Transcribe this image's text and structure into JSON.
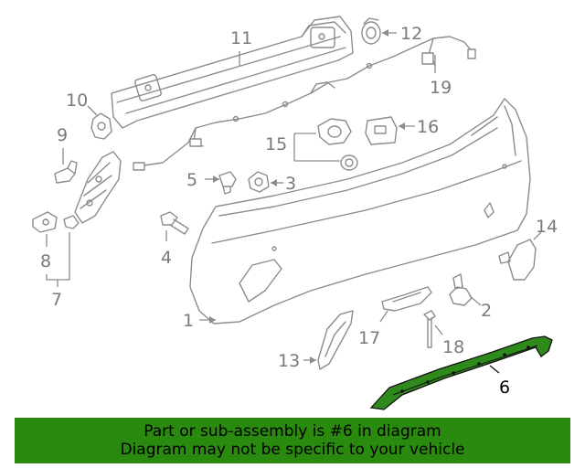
{
  "callouts": [
    {
      "id": "1",
      "label": "1"
    },
    {
      "id": "2",
      "label": "2"
    },
    {
      "id": "3",
      "label": "3"
    },
    {
      "id": "4",
      "label": "4"
    },
    {
      "id": "5",
      "label": "5"
    },
    {
      "id": "6",
      "label": "6",
      "highlighted": true
    },
    {
      "id": "7",
      "label": "7"
    },
    {
      "id": "8",
      "label": "8"
    },
    {
      "id": "9",
      "label": "9"
    },
    {
      "id": "10",
      "label": "10"
    },
    {
      "id": "11",
      "label": "11"
    },
    {
      "id": "12",
      "label": "12"
    },
    {
      "id": "13",
      "label": "13"
    },
    {
      "id": "14",
      "label": "14"
    },
    {
      "id": "15",
      "label": "15"
    },
    {
      "id": "16",
      "label": "16"
    },
    {
      "id": "17",
      "label": "17"
    },
    {
      "id": "18",
      "label": "18"
    },
    {
      "id": "19",
      "label": "19"
    }
  ],
  "banner": {
    "line1": "Part or sub-assembly is #6 in diagram",
    "line2": "Diagram may not be specific to your vehicle"
  },
  "colors": {
    "highlight": "#2f8a1c",
    "banner_bg": "#2a8a0f",
    "line_art": "#8c8c8c"
  }
}
